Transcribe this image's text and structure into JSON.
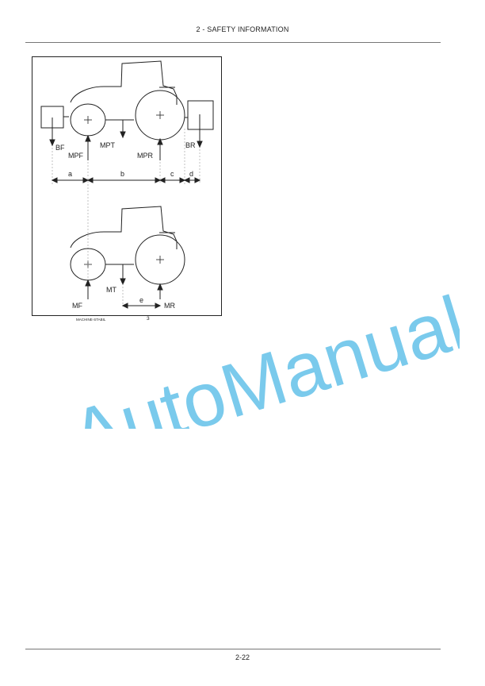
{
  "header": {
    "title": "2 - SAFETY INFORMATION"
  },
  "figure": {
    "labels": {
      "bf": "BF",
      "mpf": "MPF",
      "mpt": "MPT",
      "mpr": "MPR",
      "br": "BR",
      "a": "a",
      "b": "b",
      "c": "c",
      "d": "d",
      "mt": "MT",
      "mf": "MF",
      "mr": "MR",
      "e": "e"
    },
    "caption": "MACHINE-STABIL",
    "caption_number": "3"
  },
  "footer": {
    "page_number": "2-22"
  },
  "watermark": {
    "text": "AutoManual",
    "color": "#29aae1"
  }
}
